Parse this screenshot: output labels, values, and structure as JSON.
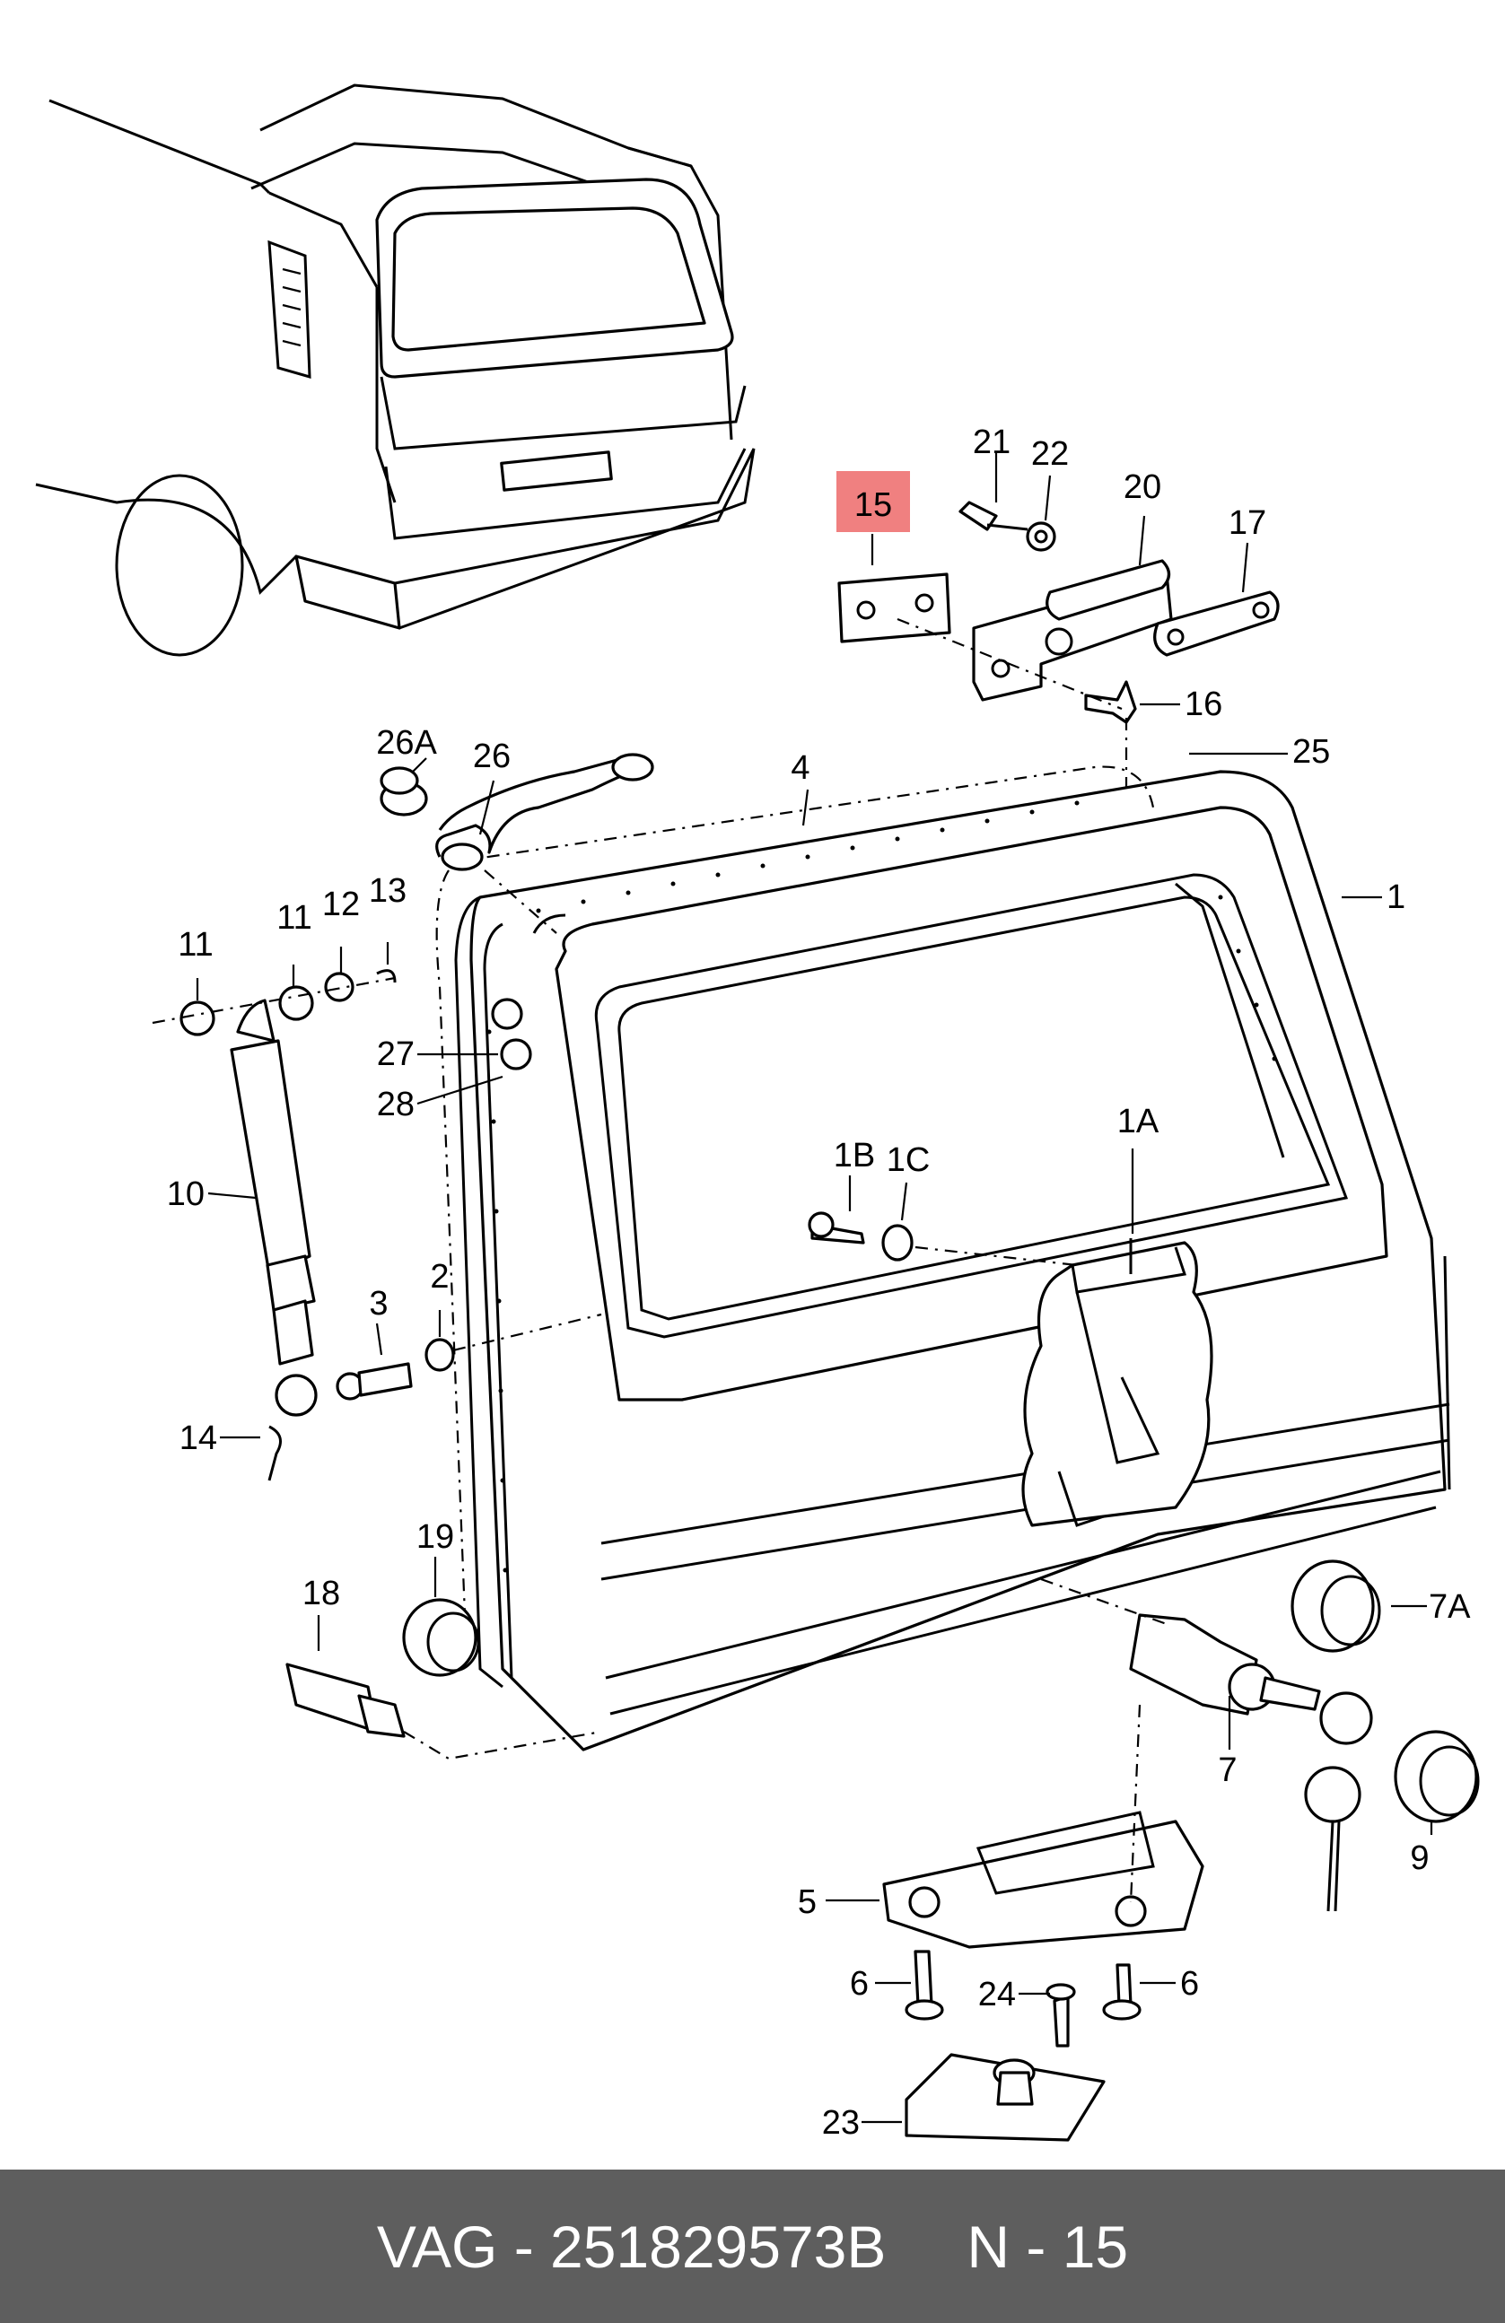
{
  "diagram": {
    "labels": [
      "15",
      "21",
      "22",
      "20",
      "17",
      "16",
      "25",
      "26A",
      "26",
      "4",
      "1",
      "11",
      "11",
      "12",
      "13",
      "27",
      "28",
      "10",
      "1B",
      "1C",
      "1A",
      "3",
      "2",
      "14",
      "19",
      "18",
      "7A",
      "7",
      "9",
      "5",
      "6",
      "24",
      "6",
      "23"
    ],
    "highlighted_label": "15",
    "highlight_color": "#f08080"
  },
  "footer": {
    "part_number": "VAG - 251829573B",
    "label_ref": "N - 15"
  }
}
